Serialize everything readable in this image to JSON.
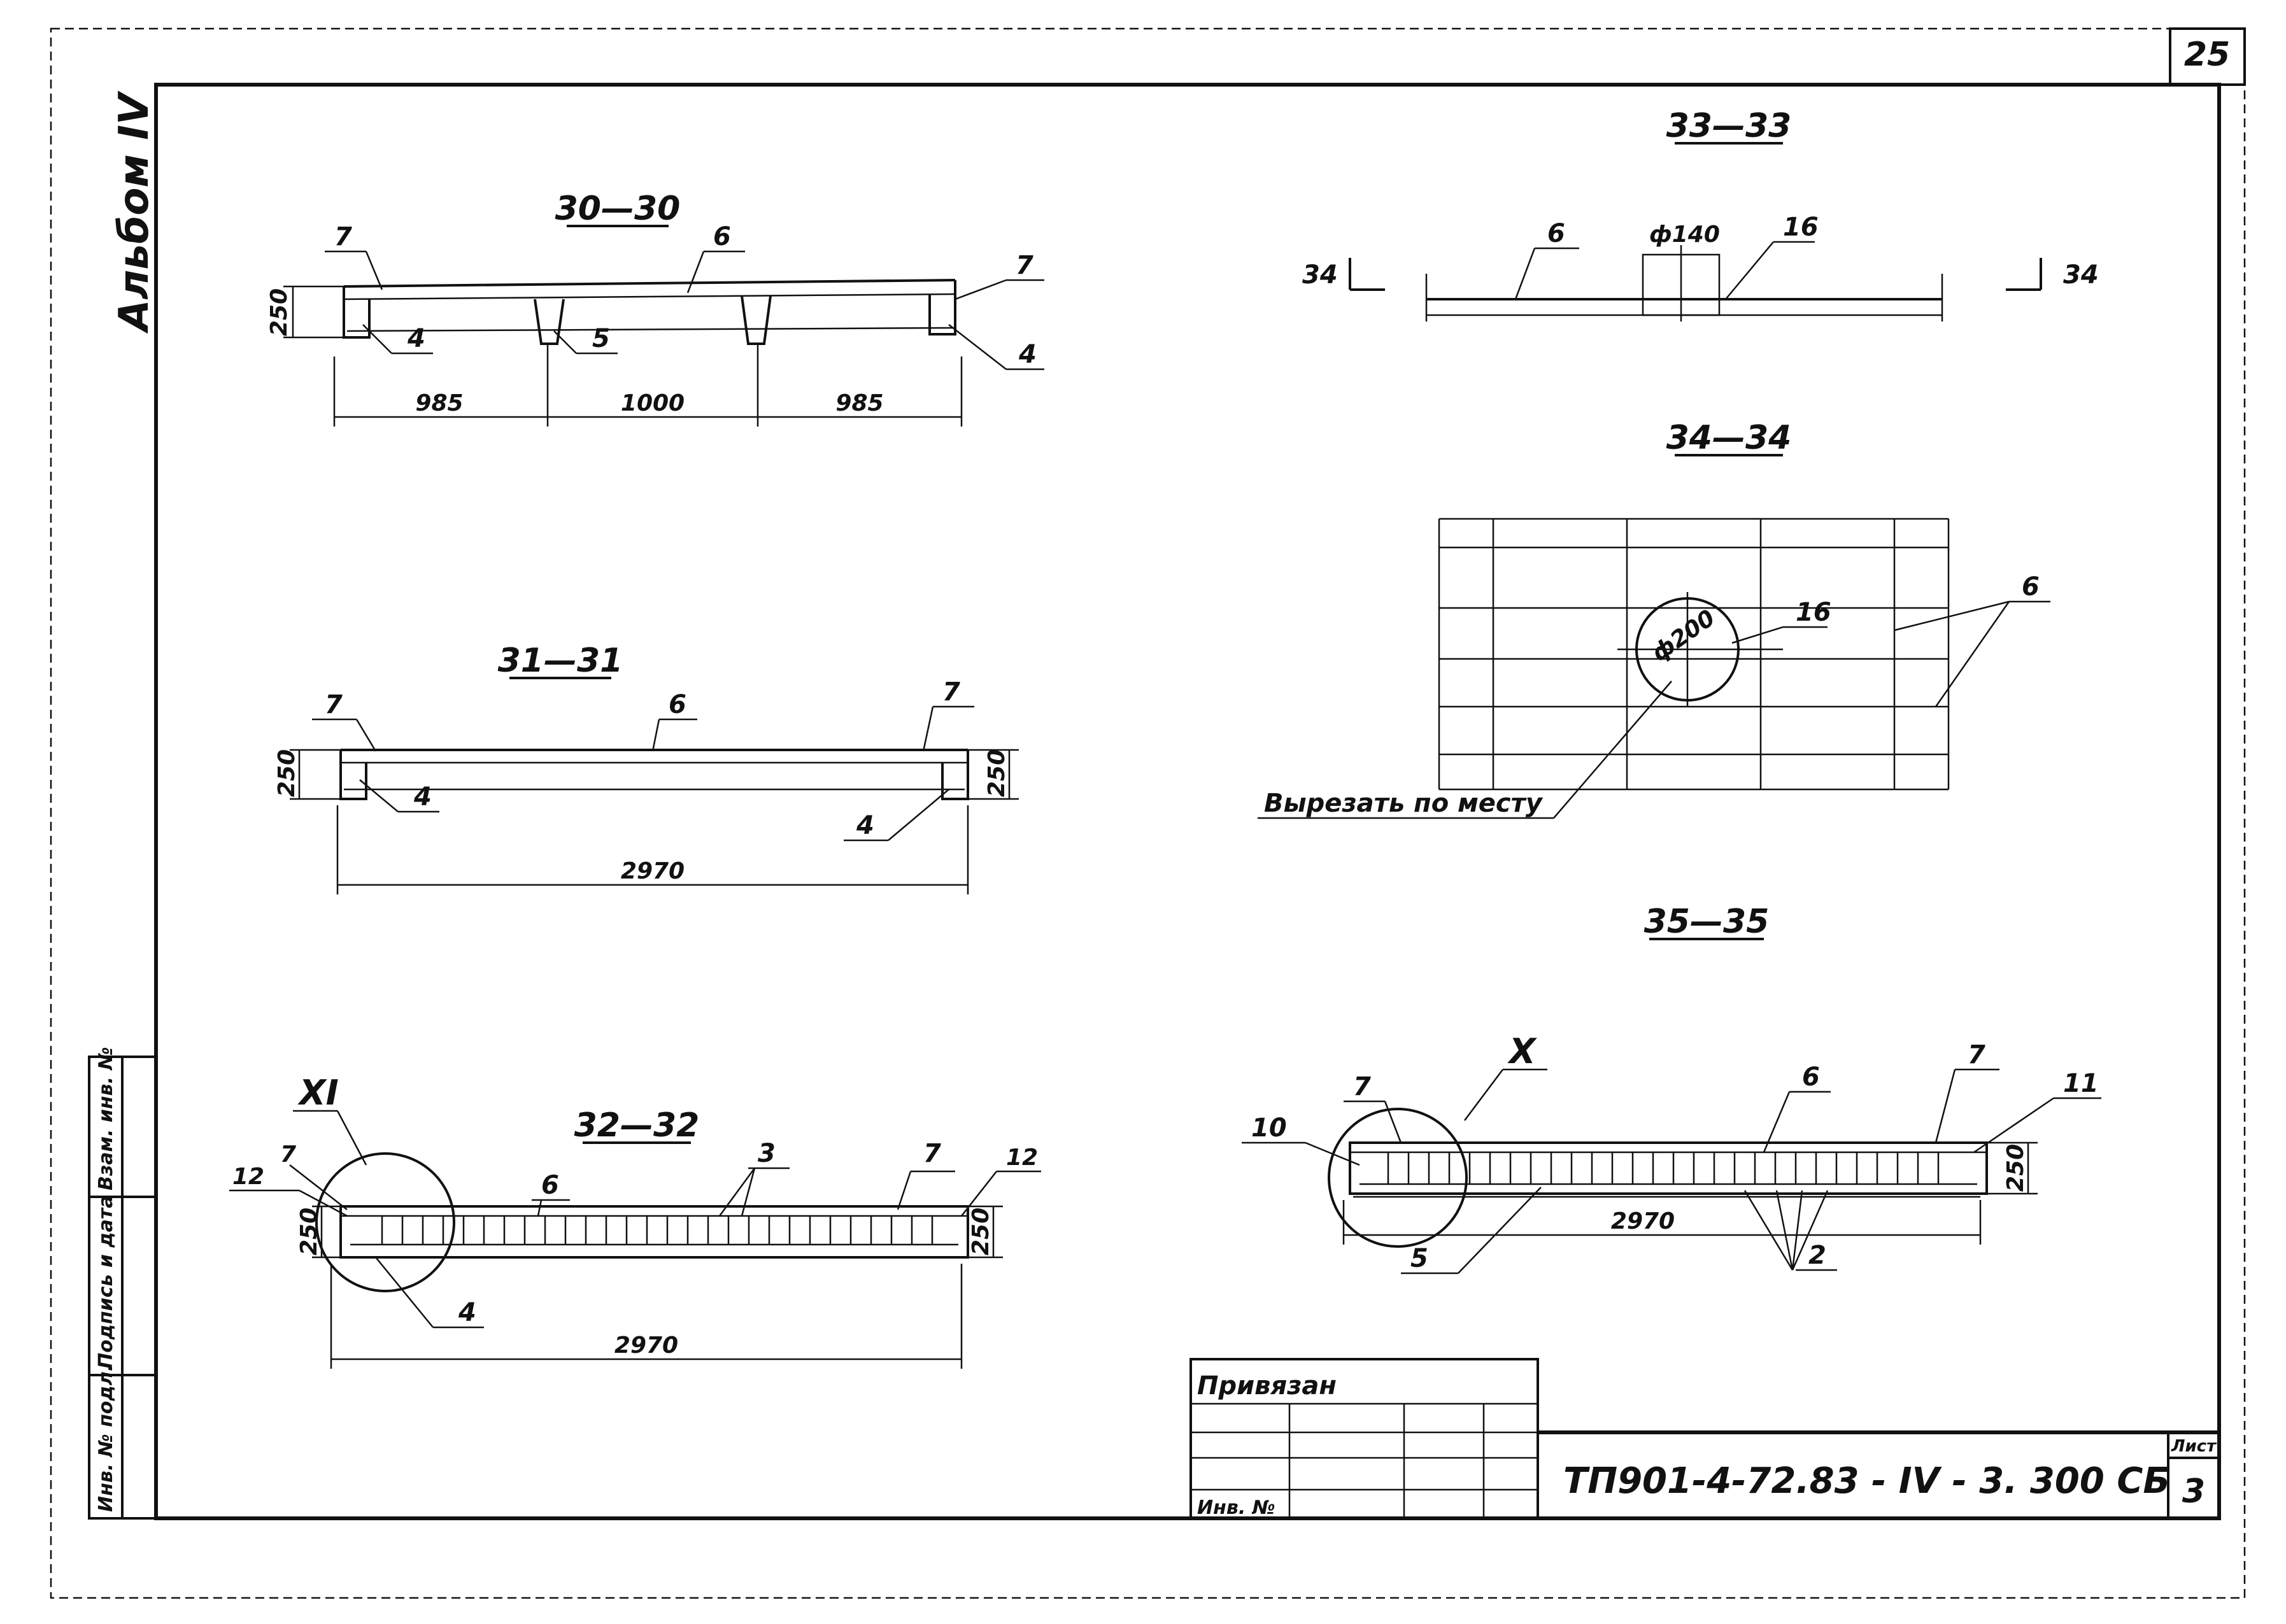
{
  "sheet": {
    "page_number": "25",
    "album": "Альбом IV",
    "designation": "ТП901-4-72.83 - IV - 3. 300 СБ",
    "sheet_label": "Лист",
    "sheet_number": "3"
  },
  "side_stamp": {
    "inv_original": "Инв. № подл.",
    "signature_date": "Подпись и дата",
    "replace_inv": "Взам. инв. №"
  },
  "binding_table": {
    "title": "Привязан",
    "inv_label": "Инв. №"
  },
  "sections": {
    "s30": {
      "title": "30—30",
      "callouts": [
        "7",
        "6",
        "7",
        "4",
        "5",
        "4"
      ],
      "height": "250",
      "dims": [
        "985",
        "1000",
        "985"
      ]
    },
    "s31": {
      "title": "31—31",
      "callouts": [
        "7",
        "6",
        "7",
        "4",
        "4"
      ],
      "height_left": "250",
      "height_right": "250",
      "length": "2970"
    },
    "s32": {
      "title": "32—32",
      "detail": "XI",
      "callouts": [
        "7",
        "12",
        "6",
        "3",
        "7",
        "12",
        "4"
      ],
      "height_left": "250",
      "height_right": "250",
      "length": "2970"
    },
    "s33": {
      "title": "33—33",
      "callouts": [
        "6",
        "16"
      ],
      "diameter": "ф140",
      "cut_left": "34",
      "cut_right": "34"
    },
    "s34": {
      "title": "34—34",
      "diameter": "ф200",
      "callouts": [
        "16",
        "6"
      ],
      "note": "Вырезать по месту"
    },
    "s35": {
      "title": "35—35",
      "detail": "X",
      "callouts": [
        "7",
        "10",
        "6",
        "7",
        "11",
        "5",
        "2"
      ],
      "height": "250",
      "length": "2970"
    }
  }
}
